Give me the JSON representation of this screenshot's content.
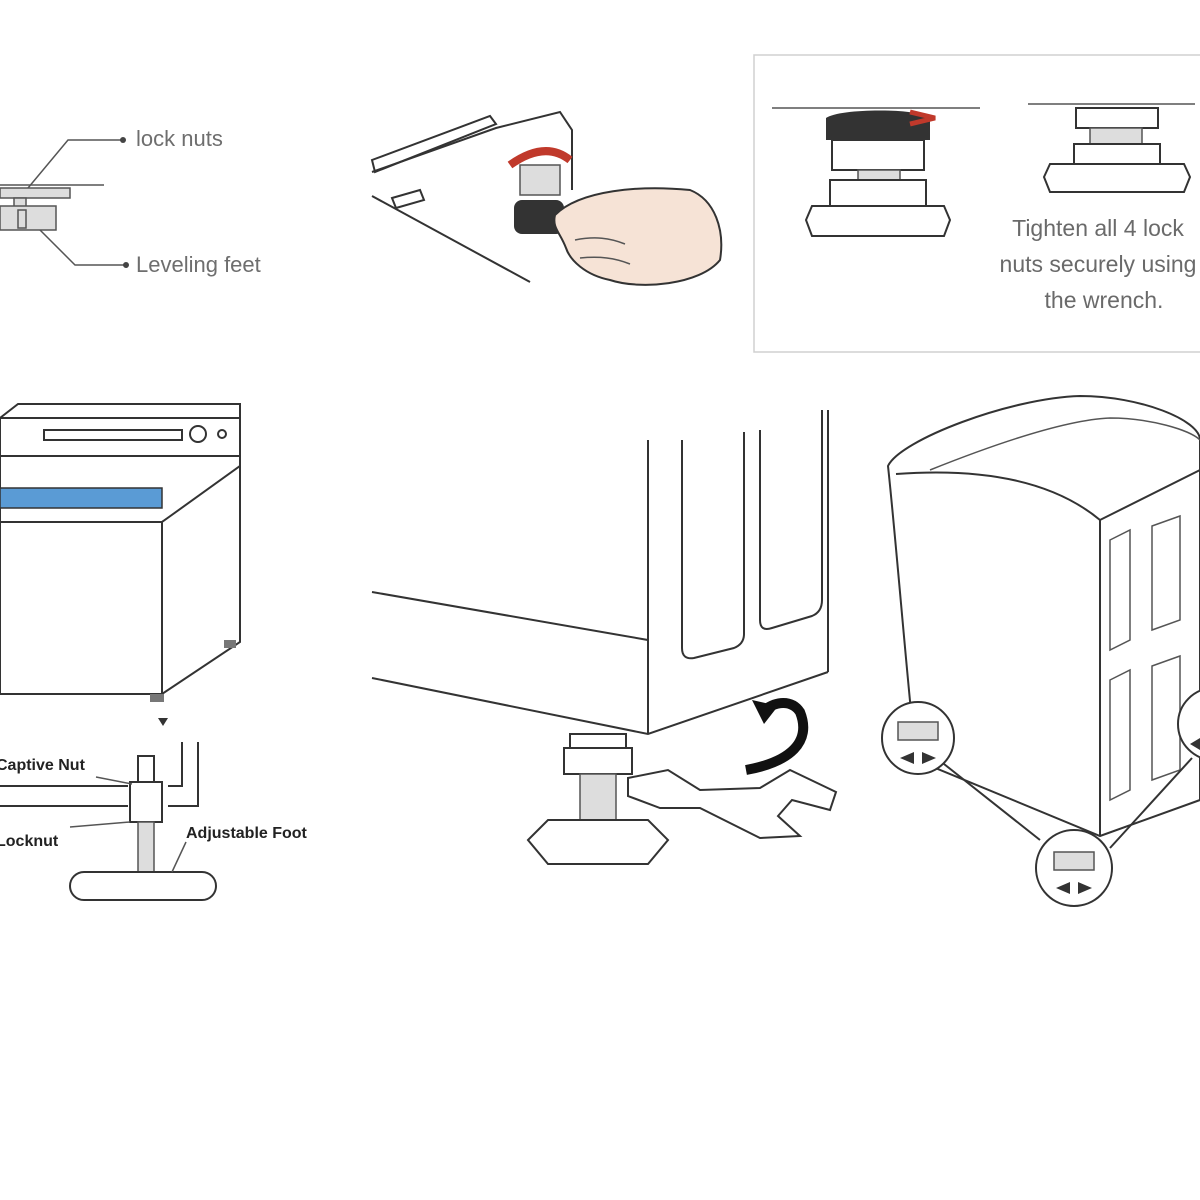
{
  "labels": {
    "lock_nuts": "lock nuts",
    "leveling_feet": "Leveling feet",
    "captive_nut": "Captive Nut",
    "locknut": "Locknut",
    "adjustable_foot": "Adjustable Foot"
  },
  "caption": {
    "line1": "Tighten all 4 lock",
    "line2": "nuts securely using",
    "line3": "the wrench."
  },
  "colors": {
    "line": "#333333",
    "arrow_red": "#c0392b",
    "tub_blue": "#5a9bd5",
    "skin": "#f6e3d6"
  }
}
